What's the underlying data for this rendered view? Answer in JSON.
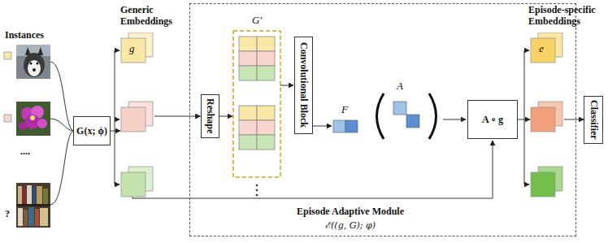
{
  "diagram": {
    "nodes": [
      {
        "text": [
          "G(x; ϕ)"
        ]
      },
      {
        "text": [
          "g"
        ]
      },
      {
        "text": [
          "Episode Adaptive Module",
          "ℰ((g, G); φ)"
        ]
      },
      {
        "text": [
          "Reshape"
        ],
        "in": 2
      },
      {
        "text": [
          "Convolutional Block"
        ],
        "in": 2
      },
      {
        "text": [
          "A ∘ g"
        ],
        "in": 2
      },
      {
        "text": [
          "e"
        ],
        "in": 2
      },
      {
        "text": [
          "Classifier"
        ]
      }
    ],
    "edges": [
      {
        "from": 0,
        "to": 1,
        "arrow": "to"
      },
      {
        "from": 1,
        "to": 3,
        "arrow": "to"
      },
      {
        "from": 5,
        "to": 6,
        "arrow": "to"
      },
      {
        "from": 6,
        "to": 7,
        "arrow": "to"
      }
    ],
    "labels": [
      "Instances",
      "....",
      "?",
      "Generic Embeddings",
      "G′",
      "F",
      "A",
      "Episode-specific Embeddings"
    ]
  }
}
